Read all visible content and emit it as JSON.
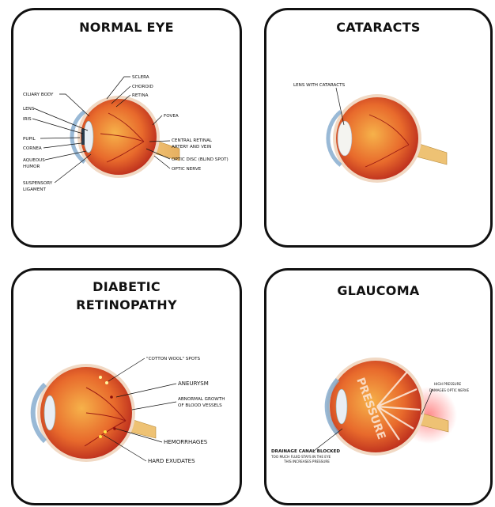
{
  "panels": {
    "normal": {
      "title": "NORMAL EYE",
      "labels": {
        "sclera": "SCLERA",
        "choroid": "CHOROID",
        "retina": "RETINA",
        "ciliary_body": "CILIARY BODY",
        "lens": "LENS",
        "iris": "IRIS",
        "pupil": "PUPIL",
        "cornea": "CORNEA",
        "aqueous_1": "AQUEOUS",
        "aqueous_2": "HUMOR",
        "suspensory_1": "SUSPENSORY",
        "suspensory_2": "LIGAMENT",
        "fovea": "FOVEA",
        "central_1": "CENTRAL RETINAL",
        "central_2": "ARTERY AND VEIN",
        "optic_disc": "OPTIC DISC (BLIND SPOT)",
        "optic_nerve": "OPTIC NERVE"
      }
    },
    "cataracts": {
      "title": "CATARACTS",
      "labels": {
        "lens_cataracts": "LENS WITH CATARACTS"
      }
    },
    "diabetic": {
      "title_line1": "DIABETIC",
      "title_line2": "RETINOPATHY",
      "labels": {
        "cotton": "\"COTTON WOOL\" SPOTS",
        "aneurysm": "ANEURYSM",
        "abnormal_1": "ABNORMAL GROWTH",
        "abnormal_2": "OF BLOOD VESSELS",
        "hemorrhages": "HEMORRHAGES",
        "hard_exudates": "HARD EXUDATES"
      }
    },
    "glaucoma": {
      "title": "GLAUCOMA",
      "labels": {
        "pressure": "PRESSURE",
        "high_1": "HIGH PRESSURE",
        "high_2": "DAMAGES  OPTIC NERVE",
        "drainage": "DRAINAGE CANAL BLOCKED",
        "fluid_1": "TOO MUCH FLUID STAYS IN THE EYE",
        "fluid_2": "THIS INCREASES PRESSURE"
      }
    }
  }
}
